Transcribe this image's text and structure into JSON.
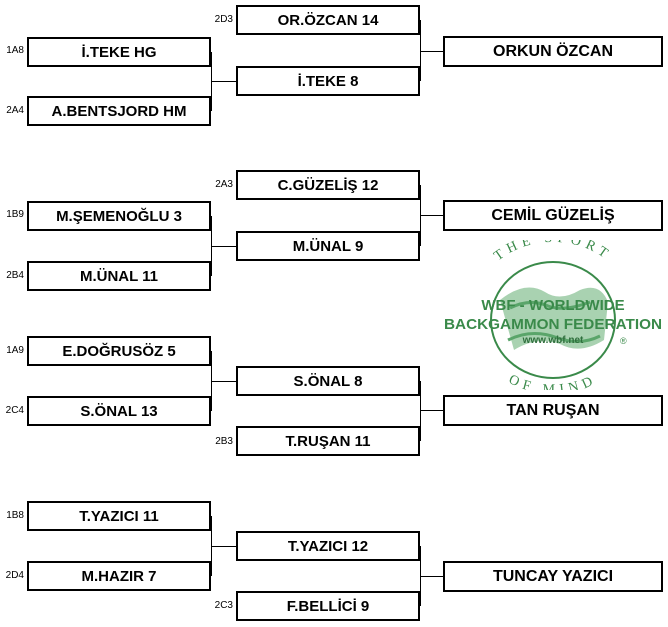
{
  "bracket": {
    "groups": [
      {
        "r1": [
          {
            "seed": "1A8",
            "name": "İ.TEKE  HG"
          },
          {
            "seed": "2A4",
            "name": "A.BENTSJORD  HM"
          }
        ],
        "r2": [
          {
            "seed": "2D3",
            "name": "OR.ÖZCAN  14"
          },
          {
            "seed": "",
            "name": "İ.TEKE  8"
          }
        ],
        "winner": "ORKUN ÖZCAN"
      },
      {
        "r1": [
          {
            "seed": "1B9",
            "name": "M.ŞEMENOĞLU  3"
          },
          {
            "seed": "2B4",
            "name": "M.ÜNAL  11"
          }
        ],
        "r2": [
          {
            "seed": "2A3",
            "name": "C.GÜZELİŞ  12"
          },
          {
            "seed": "",
            "name": "M.ÜNAL  9"
          }
        ],
        "winner": "CEMİL GÜZELİŞ"
      },
      {
        "r1": [
          {
            "seed": "1A9",
            "name": "E.DOĞRUSÖZ  5"
          },
          {
            "seed": "2C4",
            "name": "S.ÖNAL  13"
          }
        ],
        "r2": [
          {
            "seed": "",
            "name": "S.ÖNAL  8"
          },
          {
            "seed": "2B3",
            "name": "T.RUŞAN  11"
          }
        ],
        "winner": "TAN RUŞAN"
      },
      {
        "r1": [
          {
            "seed": "1B8",
            "name": "T.YAZICI  11"
          },
          {
            "seed": "2D4",
            "name": "M.HAZIR  7"
          }
        ],
        "r2": [
          {
            "seed": "",
            "name": "T.YAZICI  12"
          },
          {
            "seed": "2C3",
            "name": "F.BELLİCİ  9"
          }
        ],
        "winner": "TUNCAY YAZICI"
      }
    ]
  },
  "logo": {
    "top_arc": "THE SPORT",
    "line1": "WBF - WORLDWIDE",
    "line2": "BACKGAMMON FEDERATION",
    "url": "www.wbf.net",
    "registered": "®",
    "bottom_arc": "OF MIND",
    "color": "#3a8a4a"
  }
}
